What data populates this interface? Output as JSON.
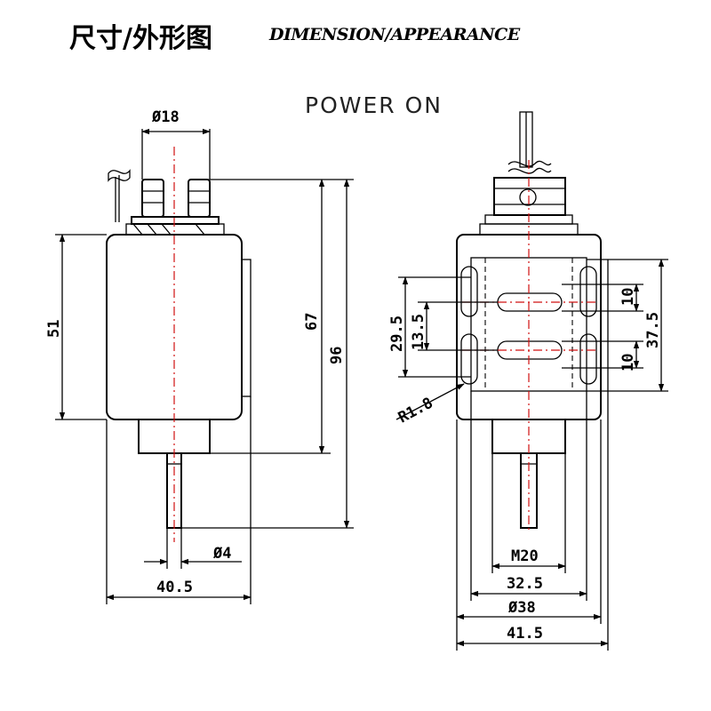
{
  "header": {
    "title_cn": "尺寸/外形图",
    "title_en": "DIMENSION/APPEARANCE",
    "subtitle": "POWER ON"
  },
  "left_view": {
    "dims": {
      "top_diameter": "Ø18",
      "body_height": "51",
      "overall_to_cap": "67",
      "overall_length": "96",
      "shaft_diameter": "Ø4",
      "body_width": "40.5"
    }
  },
  "right_view": {
    "dims": {
      "slot_span_outer": "29.5",
      "slot_span_inner": "13.5",
      "slot_width_top": "10",
      "slot_width_bottom": "10",
      "slot_height": "37.5",
      "radius": "R1.8",
      "thread": "M20",
      "cap_width": "32.5",
      "body_diameter": "Ø38",
      "flange_width": "41.5"
    }
  },
  "colors": {
    "line": "#000000",
    "centerline": "#d01010",
    "background": "#ffffff"
  }
}
